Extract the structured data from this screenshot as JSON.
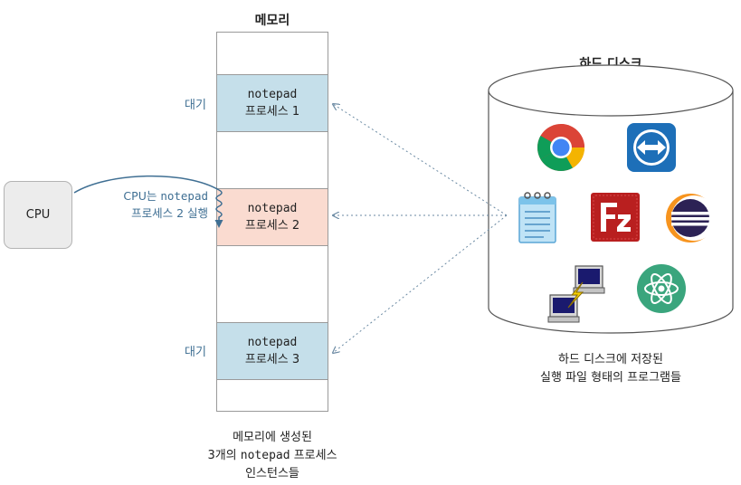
{
  "memory": {
    "title": "메모리",
    "processes": [
      {
        "name": "notepad",
        "label": "프로세스 1",
        "state": "대기",
        "status": "waiting"
      },
      {
        "name": "notepad",
        "label": "프로세스 2",
        "state": "",
        "status": "running"
      },
      {
        "name": "notepad",
        "label": "프로세스 3",
        "state": "대기",
        "status": "waiting"
      }
    ],
    "caption": {
      "line1": "메모리에 생성된",
      "line2_pre": "3개의 ",
      "line2_mono": "notepad",
      "line2_post": " 프로세스",
      "line3": "인스턴스들"
    }
  },
  "cpu": {
    "label": "CPU",
    "note_line1_pre": "CPU는 ",
    "note_line1_mono": "notepad",
    "note_line2": "프로세스 2 실행"
  },
  "disk": {
    "title": "하드 디스크",
    "caption_line1": "하드 디스크에 저장된",
    "caption_line2": "실행 파일 형태의 프로그램들",
    "programs": [
      "chrome-icon",
      "teamviewer-icon",
      "notepad-icon",
      "filezilla-icon",
      "eclipse-icon",
      "putty-icon",
      "atom-icon"
    ]
  },
  "colors": {
    "waiting": "#c5dfea",
    "running": "#fadbd0",
    "accent_text": "#3f6f93",
    "arrow": "#6b8aa3"
  }
}
